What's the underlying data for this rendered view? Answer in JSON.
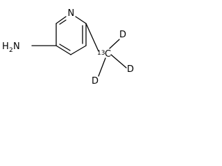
{
  "molecule": {
    "atoms": {
      "ring_nitrogen": "N",
      "amine_h": "H",
      "amine_h_count": "2",
      "amine_n": "N",
      "isotope_mass": "13",
      "isotope_carbon": "C",
      "deuterium_1": "D",
      "deuterium_2": "D",
      "deuterium_3": "D"
    }
  }
}
